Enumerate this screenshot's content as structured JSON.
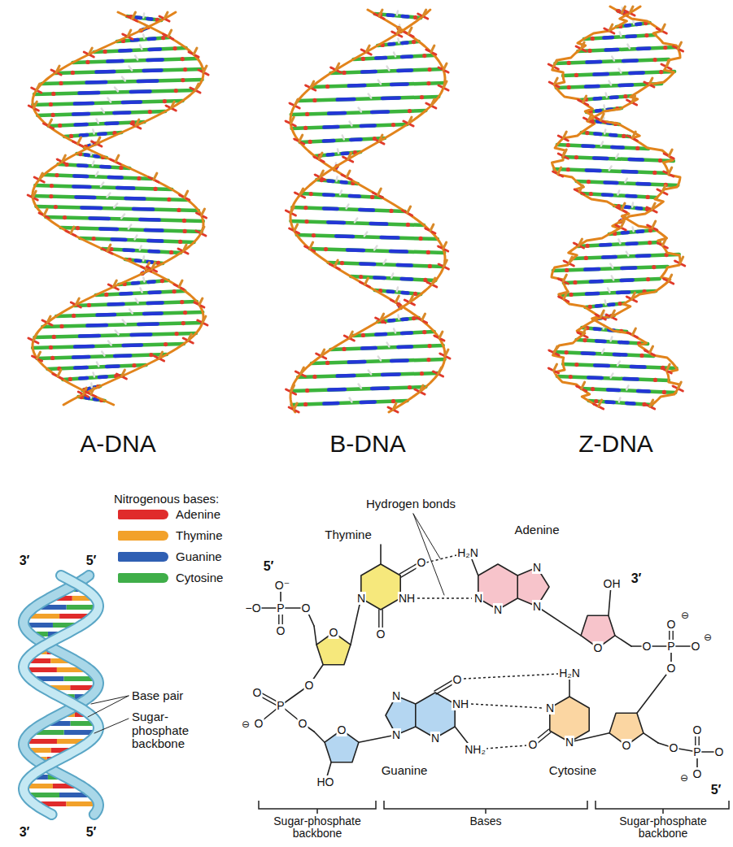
{
  "diagram": {
    "labels": [
      "A-DNA",
      "B-DNA",
      "Z-DNA",
      "Nitrogenous bases:",
      "3′",
      "5′",
      "Base pair",
      "Sugar-phosphate backbone",
      "3′",
      "5′",
      "Hydrogen bonds",
      "Thymine",
      "Adenine",
      "5′",
      "3′",
      "OH",
      "H₂N",
      "O",
      "NH",
      "O",
      "N",
      "N",
      "N",
      "N",
      "N",
      "O",
      "O",
      "O⁻",
      "−O",
      "P",
      "O",
      "O",
      "O",
      "P",
      "O",
      "⊖",
      "O",
      "⊖",
      "O",
      "Guanine",
      "Cytosine",
      "H₂N",
      "O",
      "NH",
      "NH₂",
      "N",
      "N",
      "N",
      "N",
      "O",
      "N",
      "O",
      "HO",
      "O",
      "O",
      "P",
      "O",
      "O",
      "⊖",
      "O",
      "O",
      "P",
      "O",
      "O",
      "O",
      "⊖",
      "5′",
      "Sugar-phosphate backbone",
      "Bases",
      "Sugar-phosphate backbone"
    ],
    "legend": [
      {
        "text": "Adenine",
        "color": "#e02b2b"
      },
      {
        "text": "Thymine",
        "color": "#f2a12a"
      },
      {
        "text": "Guanine",
        "color": "#2f5fb3"
      },
      {
        "text": "Cytosine",
        "color": "#3fae49"
      }
    ]
  }
}
